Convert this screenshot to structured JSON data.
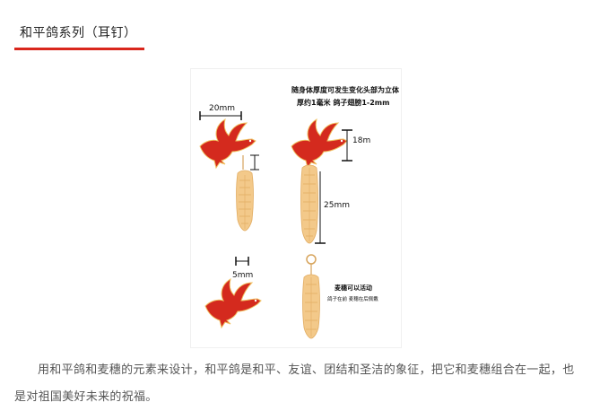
{
  "section": {
    "title": "和平鸽系列（耳钉）",
    "accent_color": "#d9261c"
  },
  "figure": {
    "note_line1": "随身体厚度可发生变化头部为立体",
    "note_line2": "厚约1毫米 鸽子翅膀1-2mm",
    "dim_width": "20mm",
    "dim_dove_height": "18m",
    "dim_wheat_length": "25mm",
    "dim_gap": "5mm",
    "movable_title": "麦穗可以活动",
    "movable_subtitle": "鸽子在前 麦穗在后佩戴",
    "dove_color": "#d42a1e",
    "wheat_color": "#f3c98a",
    "icons": [
      "dove-icon",
      "wheat-icon"
    ]
  },
  "caption": "用和平鸽和麦穗的元素来设计，和平鸽是和平、友谊、团结和圣洁的象征，把它和麦穗组合在一起，也是对祖国美好未来的祝福。"
}
